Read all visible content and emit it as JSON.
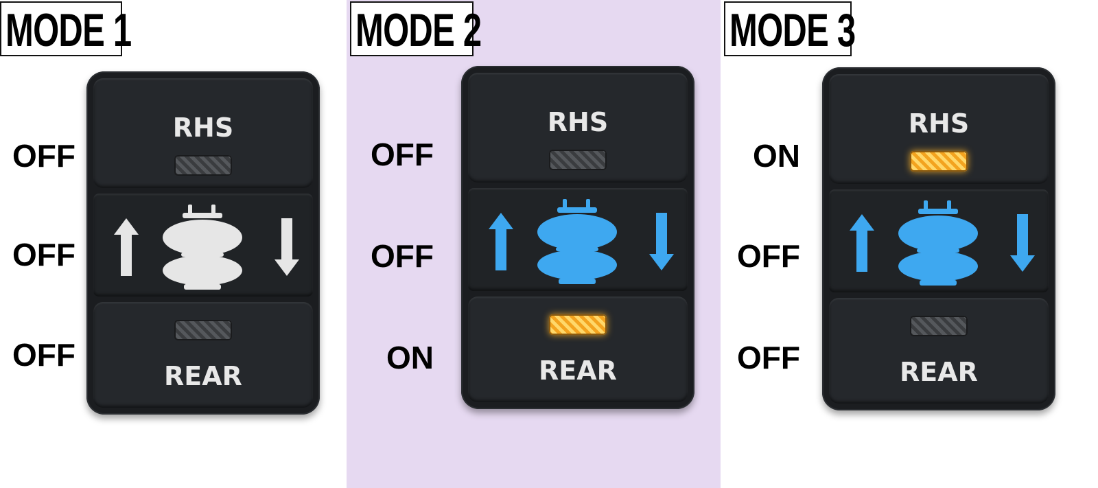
{
  "modes": [
    {
      "title": "MODE 1",
      "states": [
        "OFF",
        "OFF",
        "OFF"
      ],
      "top_label": "RHS",
      "bottom_label": "REAR",
      "top_led_on": false,
      "bottom_led_on": false,
      "icon_color": "#e6e6e6"
    },
    {
      "title": "MODE 2",
      "states": [
        "OFF",
        "OFF",
        "ON"
      ],
      "top_label": "RHS",
      "bottom_label": "REAR",
      "top_led_on": false,
      "bottom_led_on": true,
      "icon_color": "#3ea8f0"
    },
    {
      "title": "MODE 3",
      "states": [
        "ON",
        "OFF",
        "OFF"
      ],
      "top_label": "RHS",
      "bottom_label": "REAR",
      "top_led_on": true,
      "bottom_led_on": false,
      "icon_color": "#3ea8f0"
    }
  ],
  "colors": {
    "highlight": "#e6d9f1",
    "switch_body": "#1b1d20",
    "led_on": "#f3a31f"
  },
  "icons": [
    "up-arrow-icon",
    "air-bag-icon",
    "down-arrow-icon"
  ]
}
